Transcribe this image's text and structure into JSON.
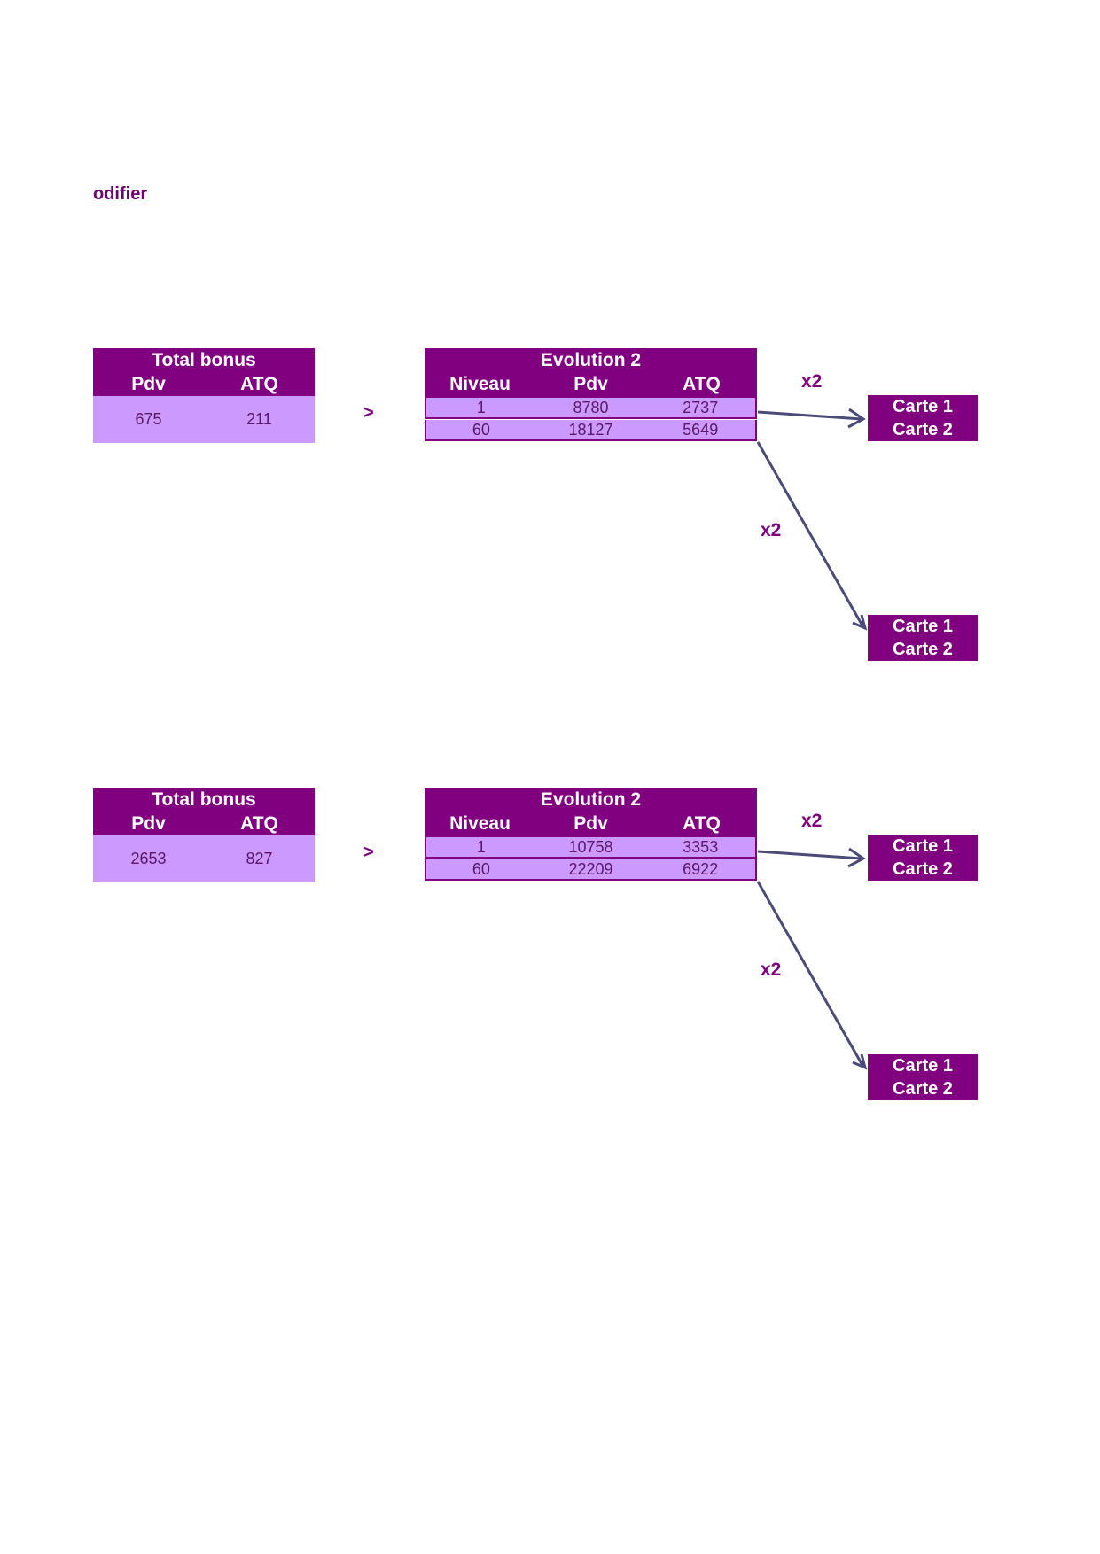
{
  "header": {
    "title": "odifier"
  },
  "blocks": [
    {
      "bonus": {
        "title": "Total bonus",
        "col1": "Pdv",
        "col2": "ATQ",
        "pdv": "675",
        "atq": "211"
      },
      "arrow": ">",
      "evolution": {
        "title": "Evolution 2",
        "columns": [
          "Niveau",
          "Pdv",
          "ATQ"
        ],
        "rows": [
          {
            "niveau": "1",
            "pdv": "8780",
            "atq": "2737"
          },
          {
            "niveau": "60",
            "pdv": "18127",
            "atq": "5649"
          }
        ]
      },
      "mult_top": "x2",
      "mult_bottom": "x2",
      "cards_top": [
        "Carte 1",
        "Carte 2"
      ],
      "cards_bottom": [
        "Carte 1",
        "Carte 2"
      ]
    },
    {
      "bonus": {
        "title": "Total bonus",
        "col1": "Pdv",
        "col2": "ATQ",
        "pdv": "2653",
        "atq": "827"
      },
      "arrow": ">",
      "evolution": {
        "title": "Evolution 2",
        "columns": [
          "Niveau",
          "Pdv",
          "ATQ"
        ],
        "rows": [
          {
            "niveau": "1",
            "pdv": "10758",
            "atq": "3353"
          },
          {
            "niveau": "60",
            "pdv": "22209",
            "atq": "6922"
          }
        ]
      },
      "mult_top": "x2",
      "mult_bottom": "x2",
      "cards_top": [
        "Carte 1",
        "Carte 2"
      ],
      "cards_bottom": [
        "Carte 1",
        "Carte 2"
      ]
    }
  ],
  "colors": {
    "header_purple": "#800080",
    "cell_lilac": "#cc99ff",
    "connector": "#4b4b7a"
  }
}
